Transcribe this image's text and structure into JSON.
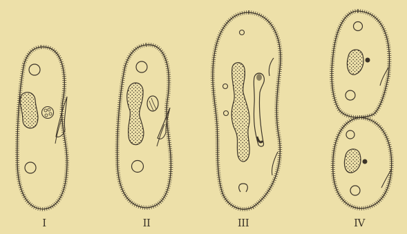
{
  "figure": {
    "background": "#ede0a9",
    "ink": "#3b3328",
    "stages": [
      {
        "label": "I"
      },
      {
        "label": "II"
      },
      {
        "label": "III"
      },
      {
        "label": "IV"
      }
    ]
  }
}
